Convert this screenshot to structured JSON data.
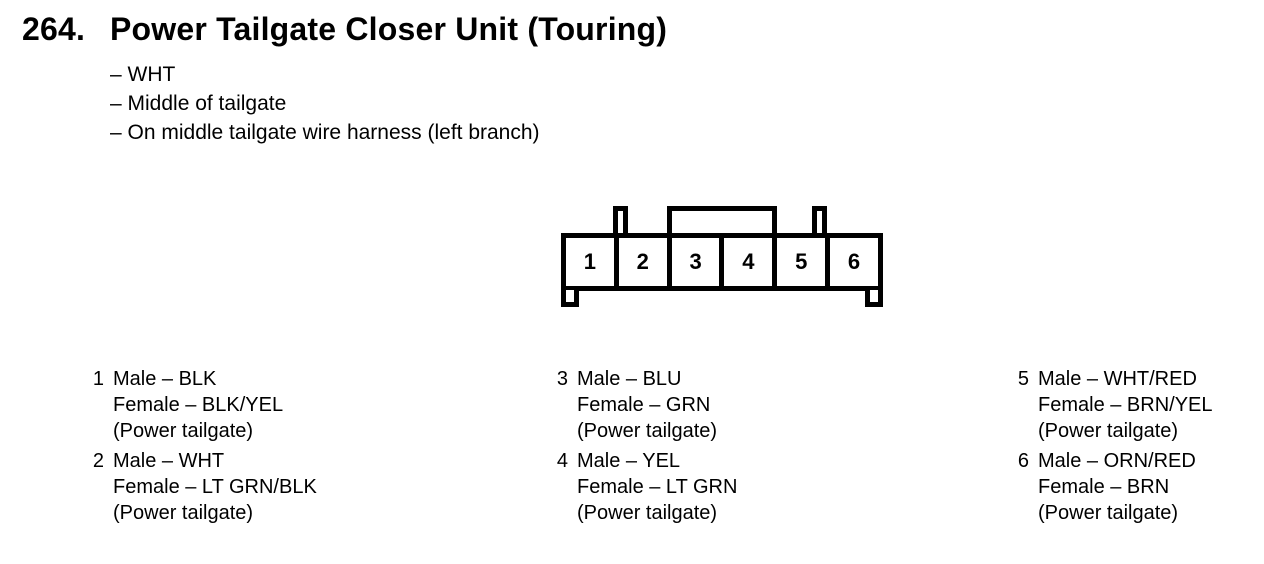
{
  "header": {
    "number": "264.",
    "title": "Power Tailgate Closer Unit (Touring)"
  },
  "notes": [
    "– WHT",
    "– Middle of tailgate",
    "– On middle tailgate wire harness (left branch)"
  ],
  "connector": {
    "type": "6-pin connector, front view",
    "pin_labels": [
      "1",
      "2",
      "3",
      "4",
      "5",
      "6"
    ]
  },
  "pins": [
    {
      "number": "1",
      "male": "Male – BLK",
      "female": "Female – BLK/YEL",
      "location": "(Power tailgate)"
    },
    {
      "number": "2",
      "male": "Male – WHT",
      "female": "Female – LT GRN/BLK",
      "location": "(Power tailgate)"
    },
    {
      "number": "3",
      "male": "Male – BLU",
      "female": "Female – GRN",
      "location": "(Power tailgate)"
    },
    {
      "number": "4",
      "male": "Male – YEL",
      "female": "Female – LT GRN",
      "location": "(Power tailgate)"
    },
    {
      "number": "5",
      "male": "Male – WHT/RED",
      "female": "Female – BRN/YEL",
      "location": "(Power tailgate)"
    },
    {
      "number": "6",
      "male": "Male – ORN/RED",
      "female": "Female – BRN",
      "location": "(Power tailgate)"
    }
  ],
  "colors": {
    "ink": "#000000",
    "paper": "#ffffff"
  }
}
